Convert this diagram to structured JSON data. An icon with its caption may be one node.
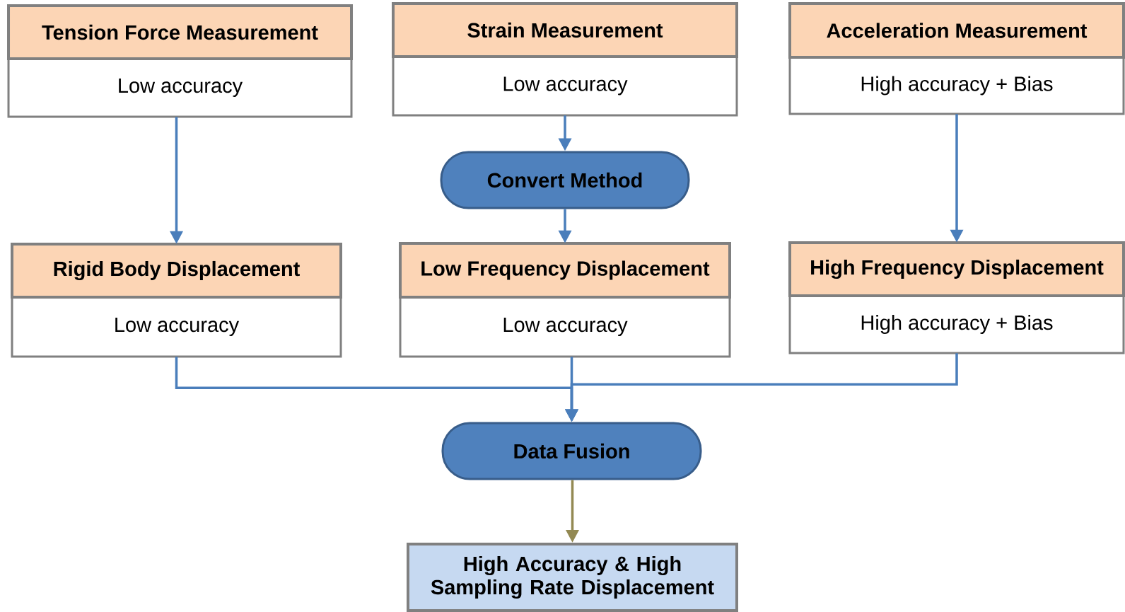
{
  "diagram": {
    "nodes": [
      {
        "text": [
          "Tension  Force Measurement",
          "Low accuracy"
        ]
      },
      {
        "text": [
          "Strain Measurement",
          "Low accuracy"
        ]
      },
      {
        "text": [
          "Acceleration Measurement",
          "High accuracy + Bias"
        ]
      },
      {
        "text": [
          "Convert Method"
        ]
      },
      {
        "text": [
          "Rigid Body Displacement",
          "Low accuracy"
        ]
      },
      {
        "text": [
          "Low Frequency Displacement",
          "Low accuracy"
        ]
      },
      {
        "text": [
          "High Frequency Displacement",
          "High accuracy + Bias"
        ]
      },
      {
        "text": [
          "Data Fusion"
        ]
      },
      {
        "text": [
          "High Accuracy & High Sampling Rate Displacement"
        ]
      }
    ],
    "edges": [
      {
        "from": 0,
        "to": 4,
        "arrow": "to"
      },
      {
        "from": 1,
        "to": 3,
        "arrow": "to"
      },
      {
        "from": 2,
        "to": 6,
        "arrow": "to"
      },
      {
        "from": 3,
        "to": 5,
        "arrow": "to"
      },
      {
        "from": 4,
        "to": 7,
        "arrow": "to"
      },
      {
        "from": 5,
        "to": 7,
        "arrow": "to"
      },
      {
        "from": 6,
        "to": 7,
        "arrow": "to"
      },
      {
        "from": 7,
        "to": 8,
        "arrow": "to",
        "color": "#938953"
      }
    ]
  }
}
